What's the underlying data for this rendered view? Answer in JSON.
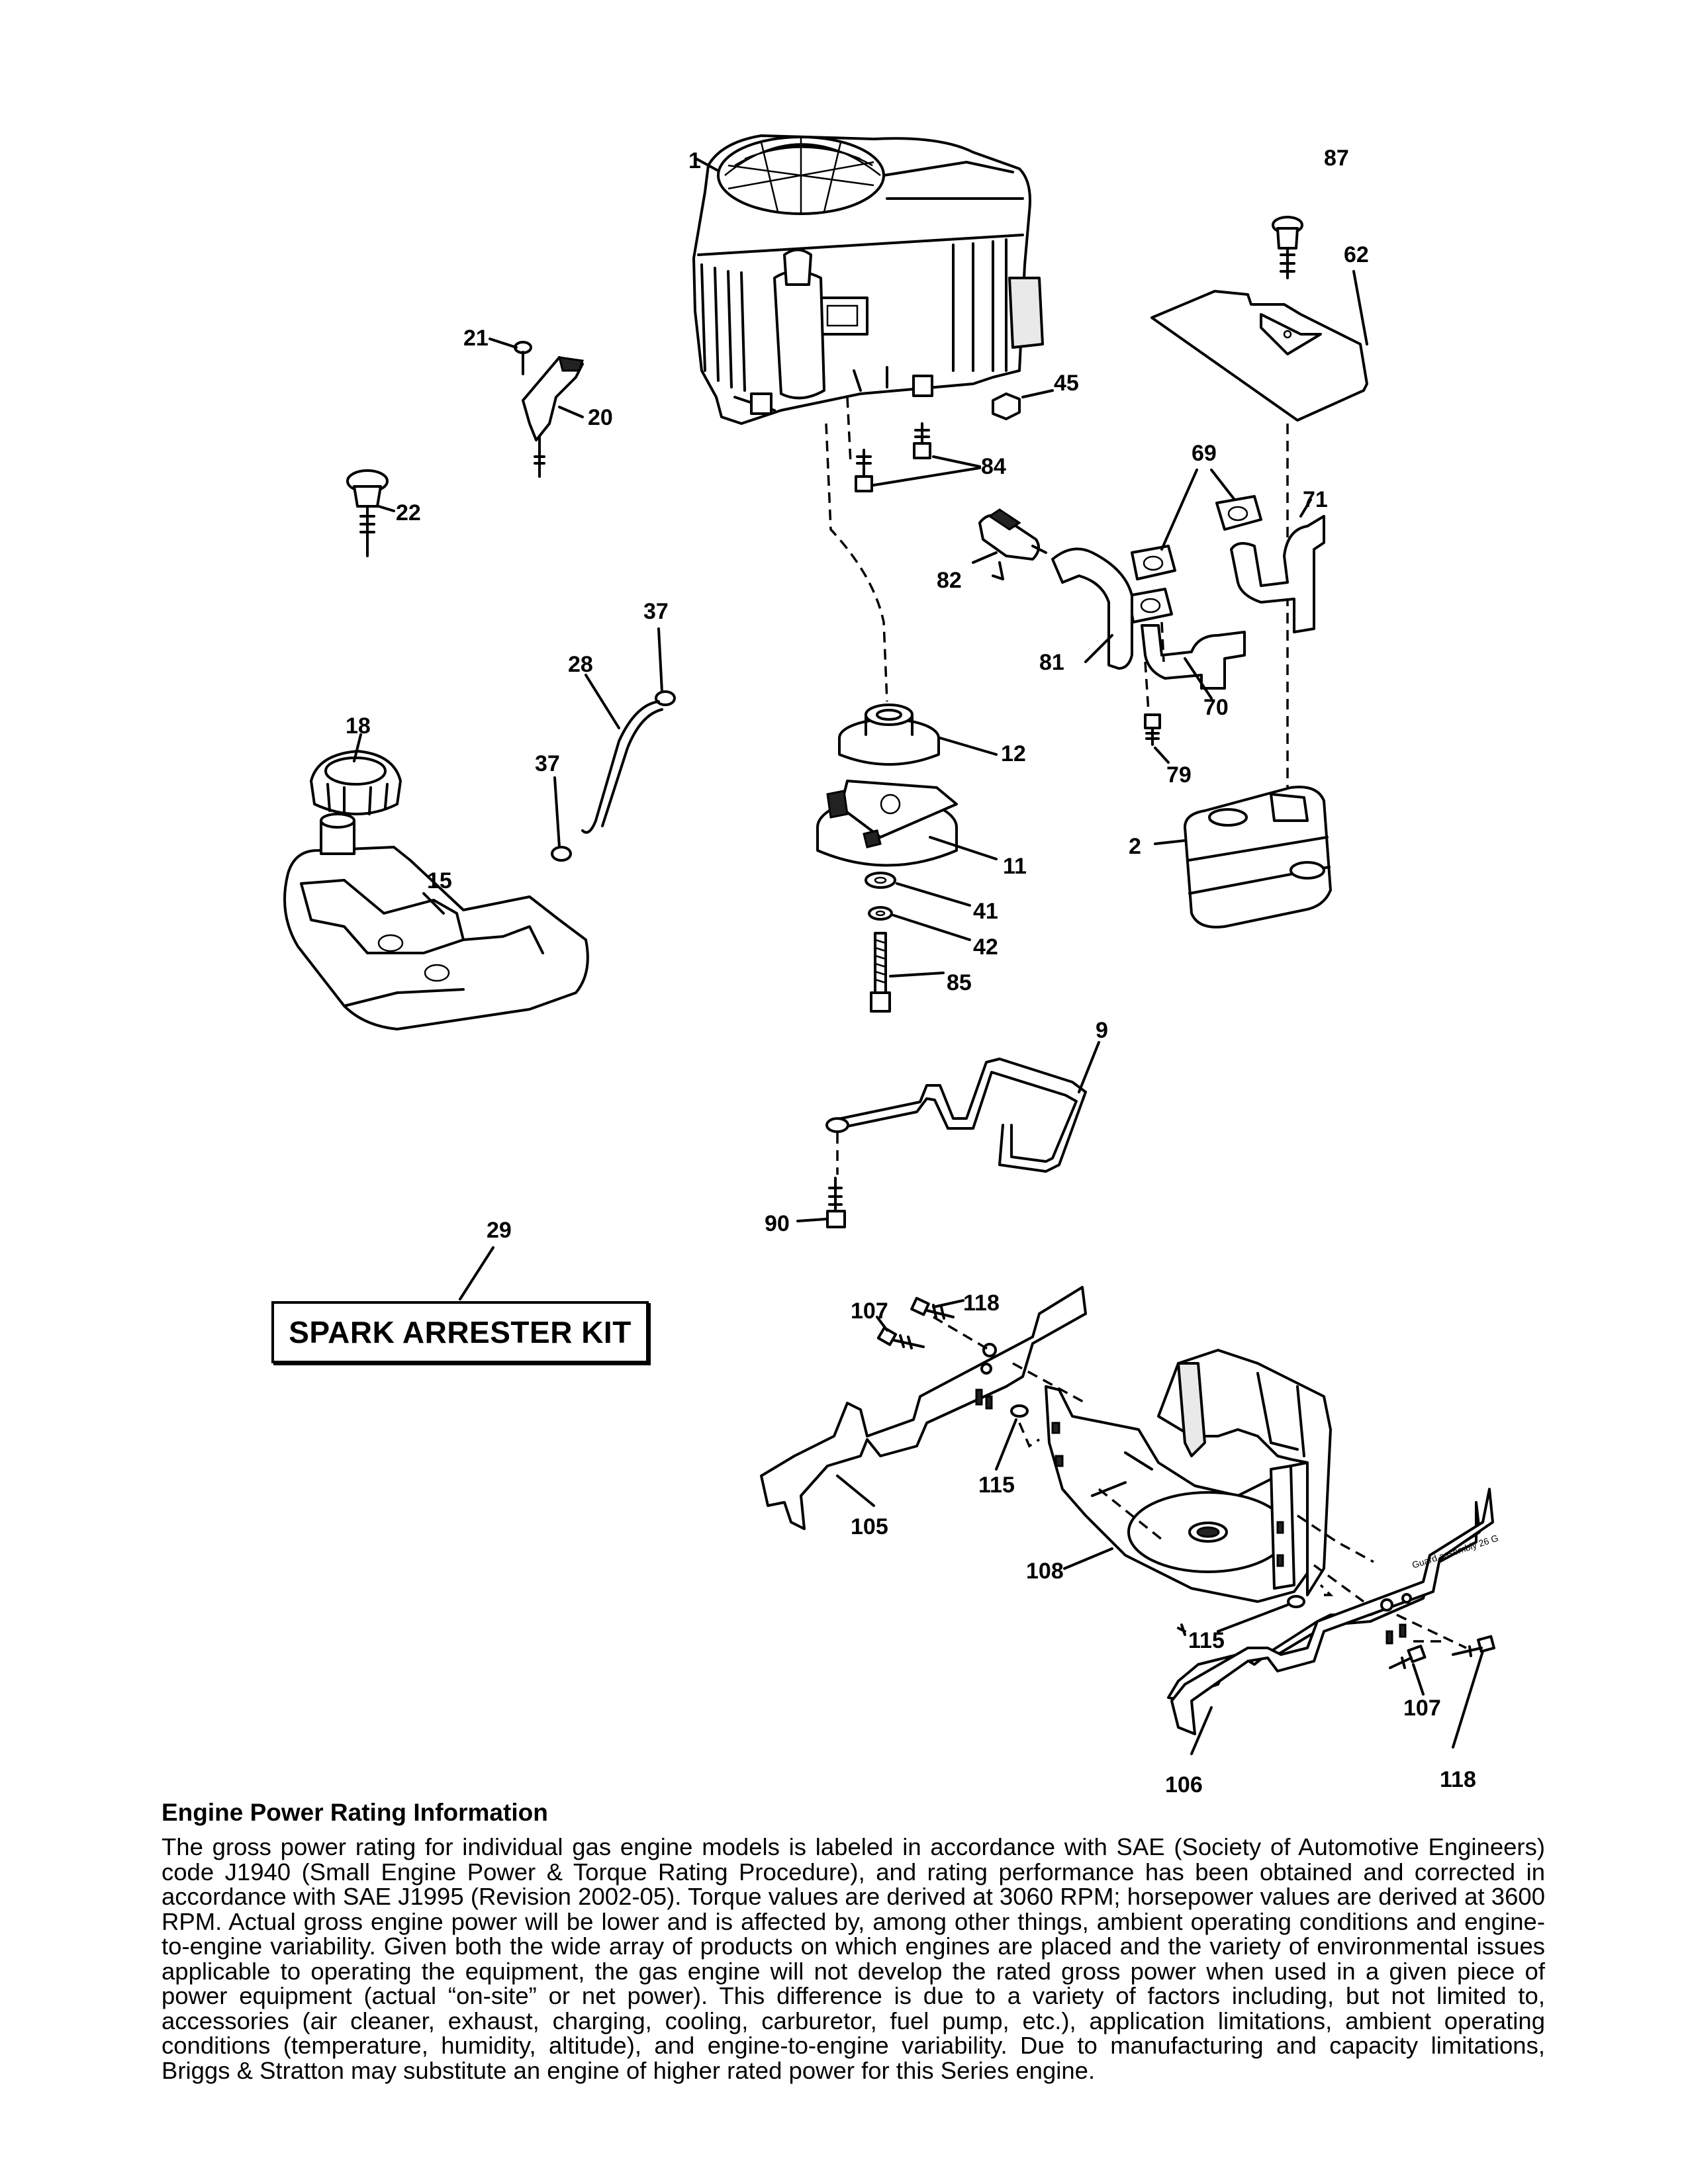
{
  "kit_label": "SPARK ARRESTER KIT",
  "part_labels": [
    "1",
    "87",
    "62",
    "21",
    "20",
    "45",
    "84",
    "22",
    "69",
    "71",
    "82",
    "81",
    "37",
    "28",
    "18",
    "12",
    "70",
    "79",
    "2",
    "11",
    "15",
    "41",
    "42",
    "85",
    "9",
    "29",
    "90",
    "107",
    "118",
    "115",
    "105",
    "108",
    "106"
  ],
  "info": {
    "title": "Engine Power Rating Information",
    "body": "The gross power rating for individual gas engine models is labeled in accordance with SAE (Society of Automotive Engineers) code J1940 (Small Engine Power & Torque Rating Procedure), and rating performance has been obtained and corrected in accordance with SAE J1995 (Revision 2002-05). Torque values are derived at 3060 RPM; horsepower values are derived at 3600 RPM. Actual gross engine power will be lower and is affected by, among other things, ambient operating conditions and engine-to-engine variability. Given both the wide array of products on which engines are placed and the variety of environmental issues applicable to operating the equipment, the gas engine will not develop the rated gross power when used in a given piece of power equipment (actual “on-site” or net power). This difference is due to a variety of factors including, but not limited to, accessories (air cleaner, exhaust, charging, cooling, carburetor, fuel pump, etc.), application limitations, ambient operating conditions (temperature, humidity, altitude), and engine-to-engine variability. Due to manufacturing and capacity limitations, Briggs & Stratton may substitute an engine of higher rated power for this Series engine."
  },
  "guard_note": "Guard assembly 26 G"
}
